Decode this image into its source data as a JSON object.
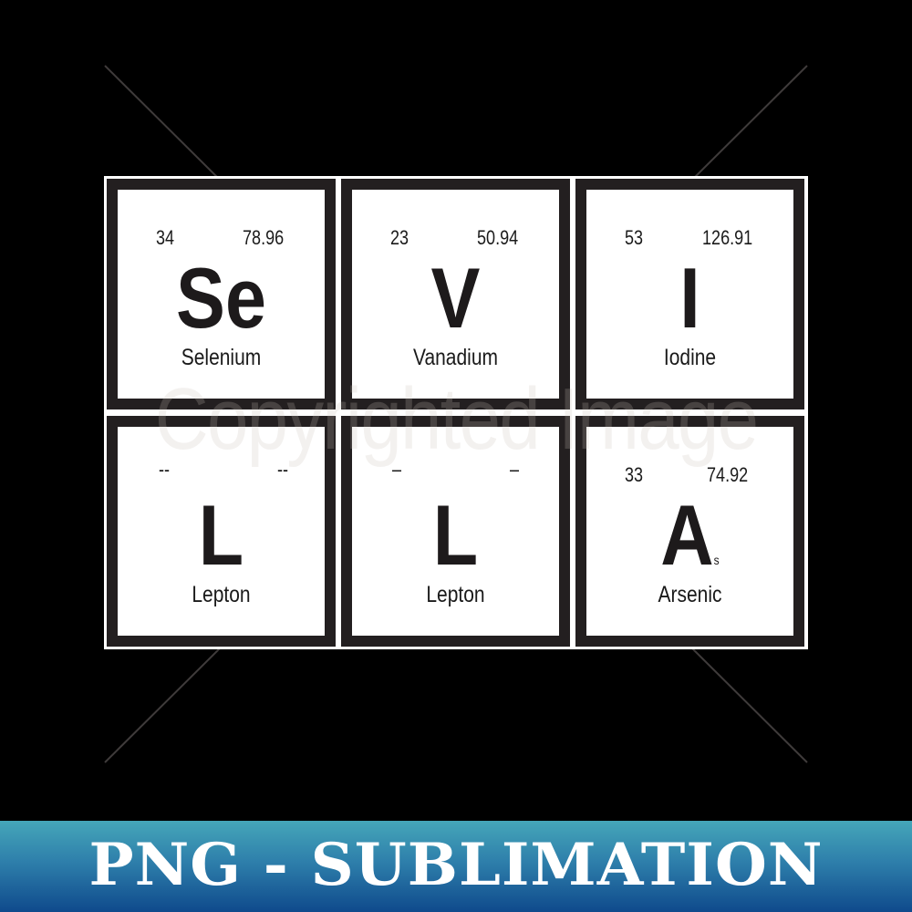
{
  "colors": {
    "background": "#000000",
    "tile_border": "#231f20",
    "tile_fill": "#ffffff",
    "banner_top": "#45a6b9",
    "banner_bottom": "#0f4a8c",
    "banner_text": "#ffffff"
  },
  "tiles": [
    {
      "number": "34",
      "mass": "78.96",
      "symbol": "Se",
      "symbol_sub": "",
      "name": "Selenium"
    },
    {
      "number": "23",
      "mass": "50.94",
      "symbol": "V",
      "symbol_sub": "",
      "name": "Vanadium"
    },
    {
      "number": "53",
      "mass": "126.91",
      "symbol": "I",
      "symbol_sub": "",
      "name": "Iodine"
    },
    {
      "number": "--",
      "mass": "--",
      "symbol": "L",
      "symbol_sub": "",
      "name": "Lepton"
    },
    {
      "number": "–",
      "mass": "–",
      "symbol": "L",
      "symbol_sub": "",
      "name": "Lepton"
    },
    {
      "number": "33",
      "mass": "74.92",
      "symbol": "A",
      "symbol_sub": "s",
      "name": "Arsenic"
    }
  ],
  "watermark": "Copyrighted Image",
  "banner": {
    "text": "PNG - SUBLIMATION"
  }
}
